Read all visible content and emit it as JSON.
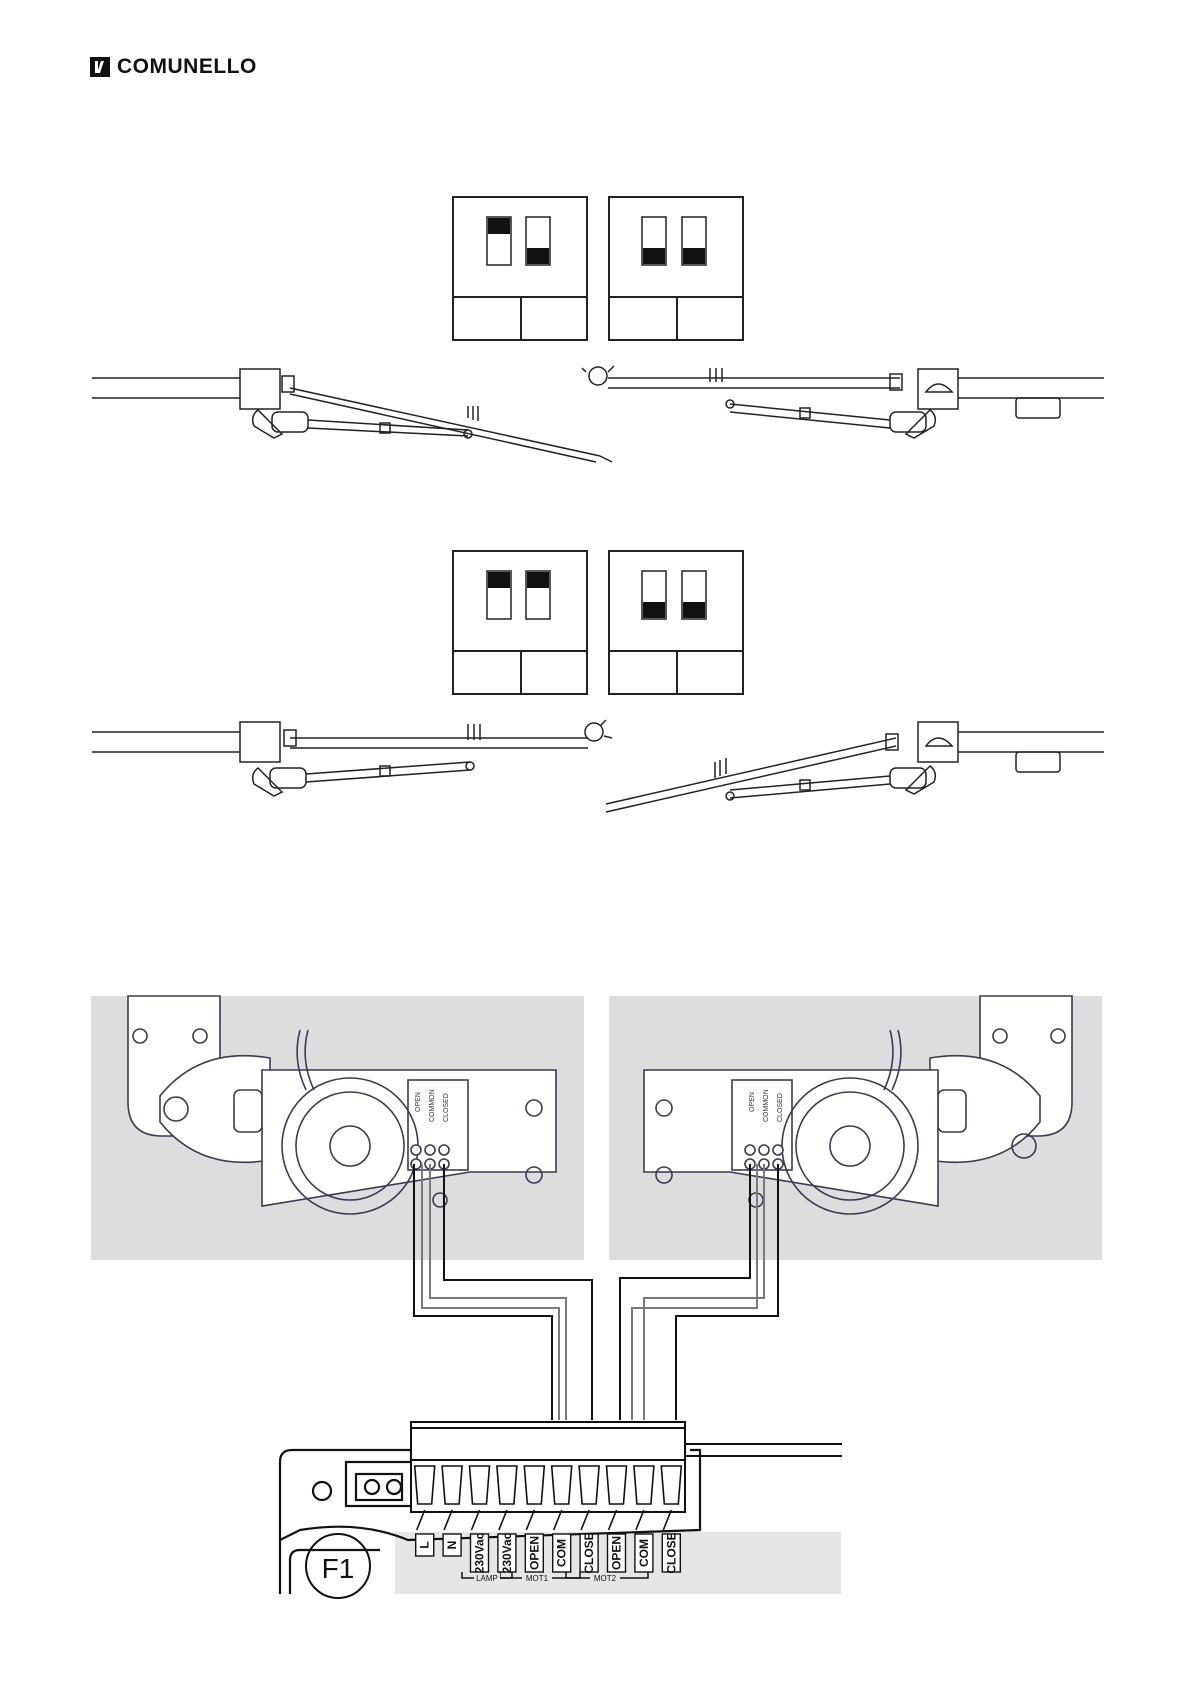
{
  "brand": {
    "name": "COMUNELLO"
  },
  "dip_switches": [
    {
      "positions": [
        "up",
        "down"
      ]
    },
    {
      "positions": [
        "down",
        "down"
      ]
    },
    {
      "positions": [
        "up",
        "up"
      ]
    },
    {
      "positions": [
        "down",
        "down"
      ]
    }
  ],
  "terminal_labels": [
    "L",
    "N",
    "230Vac",
    "230Vac",
    "OPEN",
    "COM",
    "CLOSE",
    "OPEN",
    "COM",
    "CLOSE"
  ],
  "group_labels": {
    "lamp": "LAMP",
    "mot1": "MOT1",
    "mot2": "MOT2"
  },
  "fuse_label": "F1",
  "motor_terminal_labels": [
    "OPEN",
    "COMMON",
    "CLOSED"
  ],
  "colors": {
    "panel_gray": "#dddddd",
    "line": "#222222",
    "wire_gray": "#7a7a7a"
  }
}
